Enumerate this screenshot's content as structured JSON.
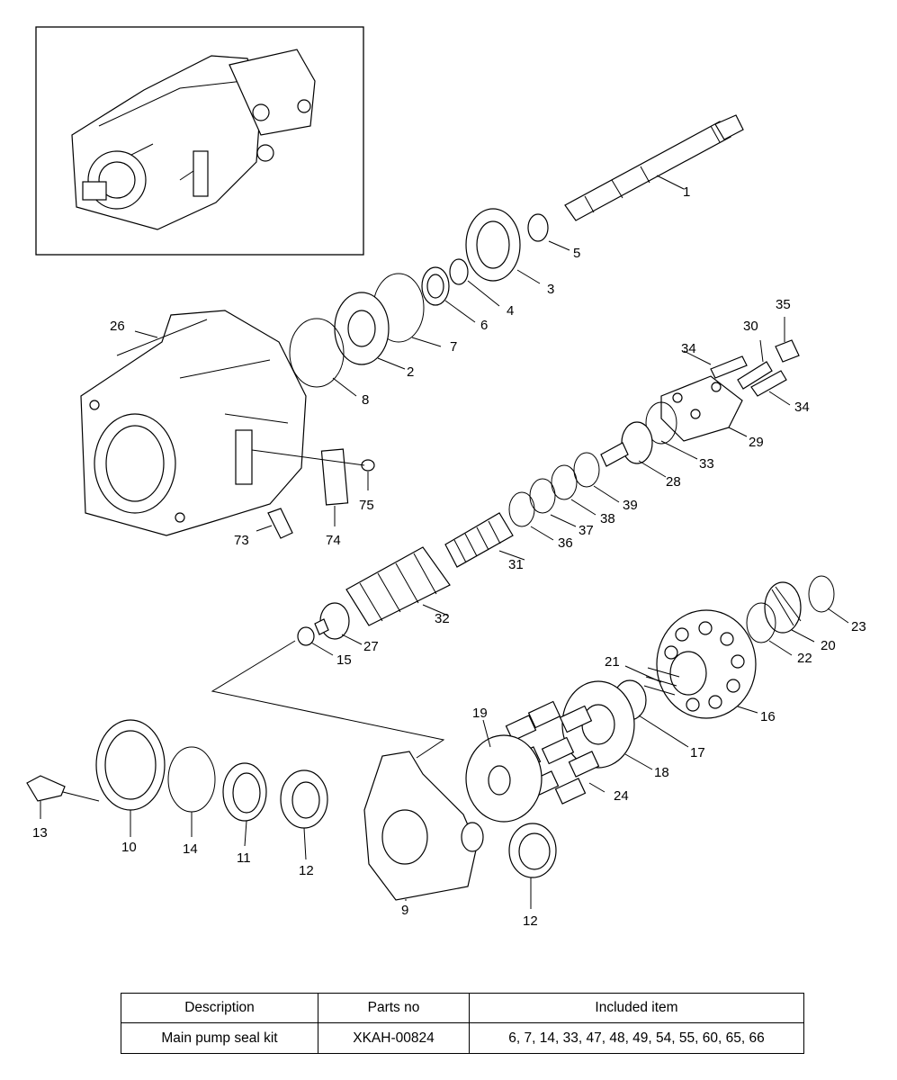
{
  "diagram": {
    "part_labels": [
      {
        "id": "p1",
        "text": "1"
      },
      {
        "id": "p2",
        "text": "2"
      },
      {
        "id": "p3",
        "text": "3"
      },
      {
        "id": "p4",
        "text": "4"
      },
      {
        "id": "p5",
        "text": "5"
      },
      {
        "id": "p6",
        "text": "6"
      },
      {
        "id": "p7",
        "text": "7"
      },
      {
        "id": "p8",
        "text": "8"
      },
      {
        "id": "p9",
        "text": "9"
      },
      {
        "id": "p10",
        "text": "10"
      },
      {
        "id": "p11",
        "text": "11"
      },
      {
        "id": "p12a",
        "text": "12"
      },
      {
        "id": "p12b",
        "text": "12"
      },
      {
        "id": "p13",
        "text": "13"
      },
      {
        "id": "p14",
        "text": "14"
      },
      {
        "id": "p15",
        "text": "15"
      },
      {
        "id": "p16",
        "text": "16"
      },
      {
        "id": "p17",
        "text": "17"
      },
      {
        "id": "p18",
        "text": "18"
      },
      {
        "id": "p19",
        "text": "19"
      },
      {
        "id": "p20",
        "text": "20"
      },
      {
        "id": "p21",
        "text": "21"
      },
      {
        "id": "p22",
        "text": "22"
      },
      {
        "id": "p23",
        "text": "23"
      },
      {
        "id": "p24",
        "text": "24"
      },
      {
        "id": "p26",
        "text": "26"
      },
      {
        "id": "p27",
        "text": "27"
      },
      {
        "id": "p28",
        "text": "28"
      },
      {
        "id": "p29",
        "text": "29"
      },
      {
        "id": "p30",
        "text": "30"
      },
      {
        "id": "p31",
        "text": "31"
      },
      {
        "id": "p32",
        "text": "32"
      },
      {
        "id": "p33",
        "text": "33"
      },
      {
        "id": "p34a",
        "text": "34"
      },
      {
        "id": "p34b",
        "text": "34"
      },
      {
        "id": "p35",
        "text": "35"
      },
      {
        "id": "p36",
        "text": "36"
      },
      {
        "id": "p37",
        "text": "37"
      },
      {
        "id": "p38",
        "text": "38"
      },
      {
        "id": "p39",
        "text": "39"
      },
      {
        "id": "p73",
        "text": "73"
      },
      {
        "id": "p74",
        "text": "74"
      },
      {
        "id": "p75",
        "text": "75"
      }
    ]
  },
  "table": {
    "headers": [
      "Description",
      "Parts no",
      "Included item"
    ],
    "rows": [
      [
        "Main pump seal kit",
        "XKAH-00824",
        "6, 7, 14, 33, 47, 48, 49, 54, 55, 60, 65, 66"
      ]
    ]
  }
}
